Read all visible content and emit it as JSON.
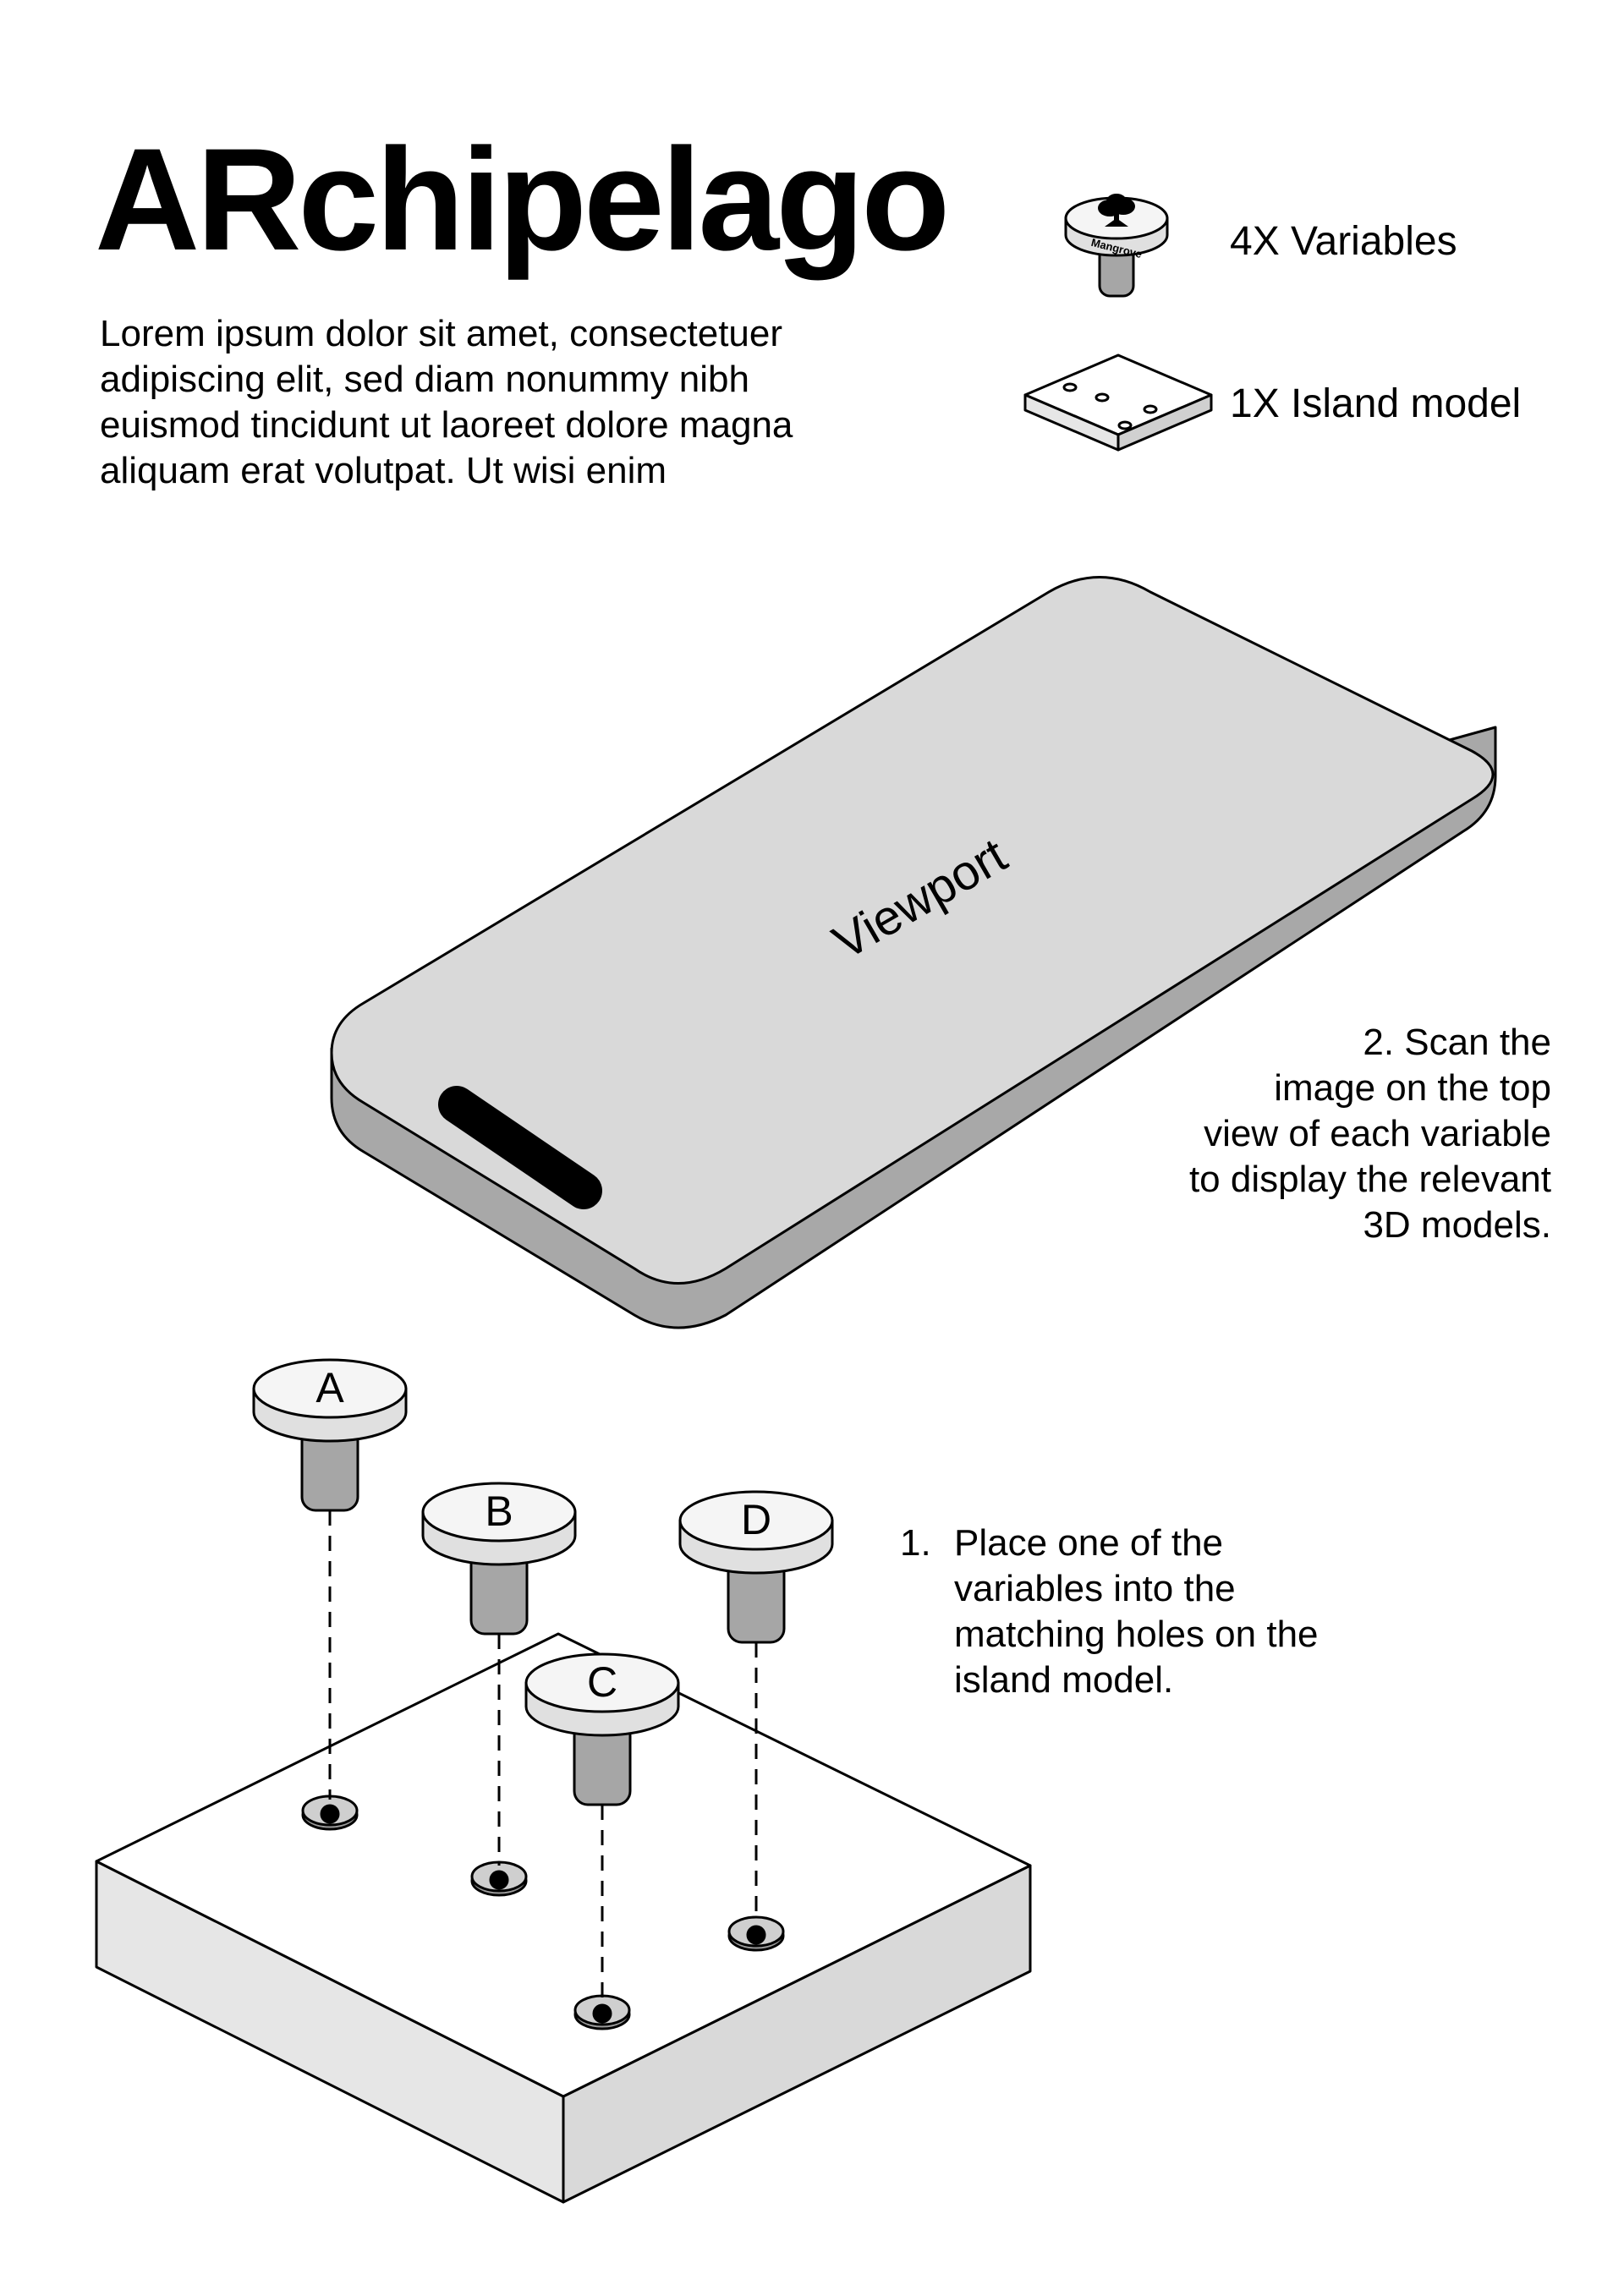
{
  "title": "ARchipelago",
  "intro_lines": [
    "Lorem ipsum dolor sit amet, consectetuer",
    "adipiscing elit, sed diam nonummy nibh",
    "euismod tincidunt ut laoreet dolore magna",
    "aliquam erat volutpat. Ut wisi enim"
  ],
  "legend": {
    "variables": "4X Variables",
    "island": "1X Island model",
    "variable_badge": "Mangrove"
  },
  "phone": {
    "screen_label": "Viewport"
  },
  "steps": {
    "scan": {
      "lines": [
        "2. Scan the",
        "image on the top",
        "view of each variable",
        "to display the relevant",
        "3D models."
      ]
    },
    "place": {
      "number": "1.",
      "lines": [
        "Place one of the",
        "variables into the",
        "matching holes on the",
        "island model."
      ]
    }
  },
  "pegs": [
    "A",
    "B",
    "C",
    "D"
  ],
  "colors": {
    "outline": "#000000",
    "phone_top": "#d9d9d9",
    "phone_side": "#a8a8a8",
    "peg_top": "#f5f5f5",
    "peg_shaft": "#a6a6a6",
    "island_top": "#ffffff",
    "island_side": "#e6e6e6"
  }
}
